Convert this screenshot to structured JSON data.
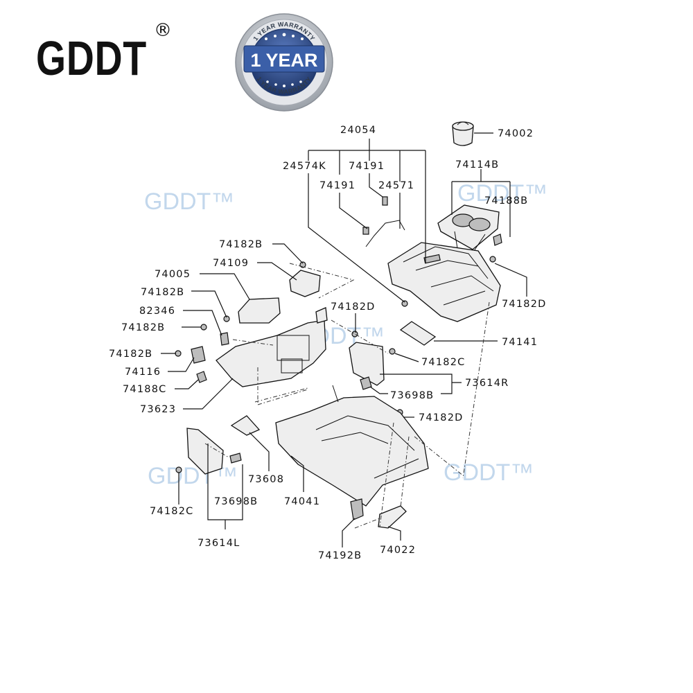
{
  "brand": {
    "logo_text": "GDDT",
    "registered_mark": "®"
  },
  "badge": {
    "main_text": "1 YEAR",
    "arc_text": "1 YEAR WARRANTY",
    "colors": {
      "ring": "#c9ccd2",
      "center": "#2f4f8f",
      "banner": "#3b5fa8"
    }
  },
  "watermarks": [
    "GDDT™",
    "GDDT™",
    "GDDT™",
    "GDDT™",
    "GDDT™"
  ],
  "parts": {
    "p24054": "24054",
    "p24574K": "24574K",
    "p74191a": "74191",
    "p74191b": "74191",
    "p24571": "24571",
    "p74002": "74002",
    "p74114B": "74114B",
    "p74188B": "74188B",
    "p74182Dr": "74182D",
    "p74182B_top": "74182B",
    "p74109": "74109",
    "p74005": "74005",
    "p74182B_mid": "74182B",
    "p82346": "82346",
    "p74182B_low": "74182B",
    "p74182B_left": "74182B",
    "p74116": "74116",
    "p74188C": "74188C",
    "p73623": "73623",
    "p74182D_c": "74182D",
    "p74141": "74141",
    "p74182C_r": "74182C",
    "p73614R": "73614R",
    "p73698B_r": "73698B",
    "p74182D_low": "74182D",
    "p73608": "73608",
    "p74041": "74041",
    "p74182C_l": "74182C",
    "p73698B_l": "73698B",
    "p73614L": "73614L",
    "p74192B": "74192B",
    "p74022": "74022"
  }
}
